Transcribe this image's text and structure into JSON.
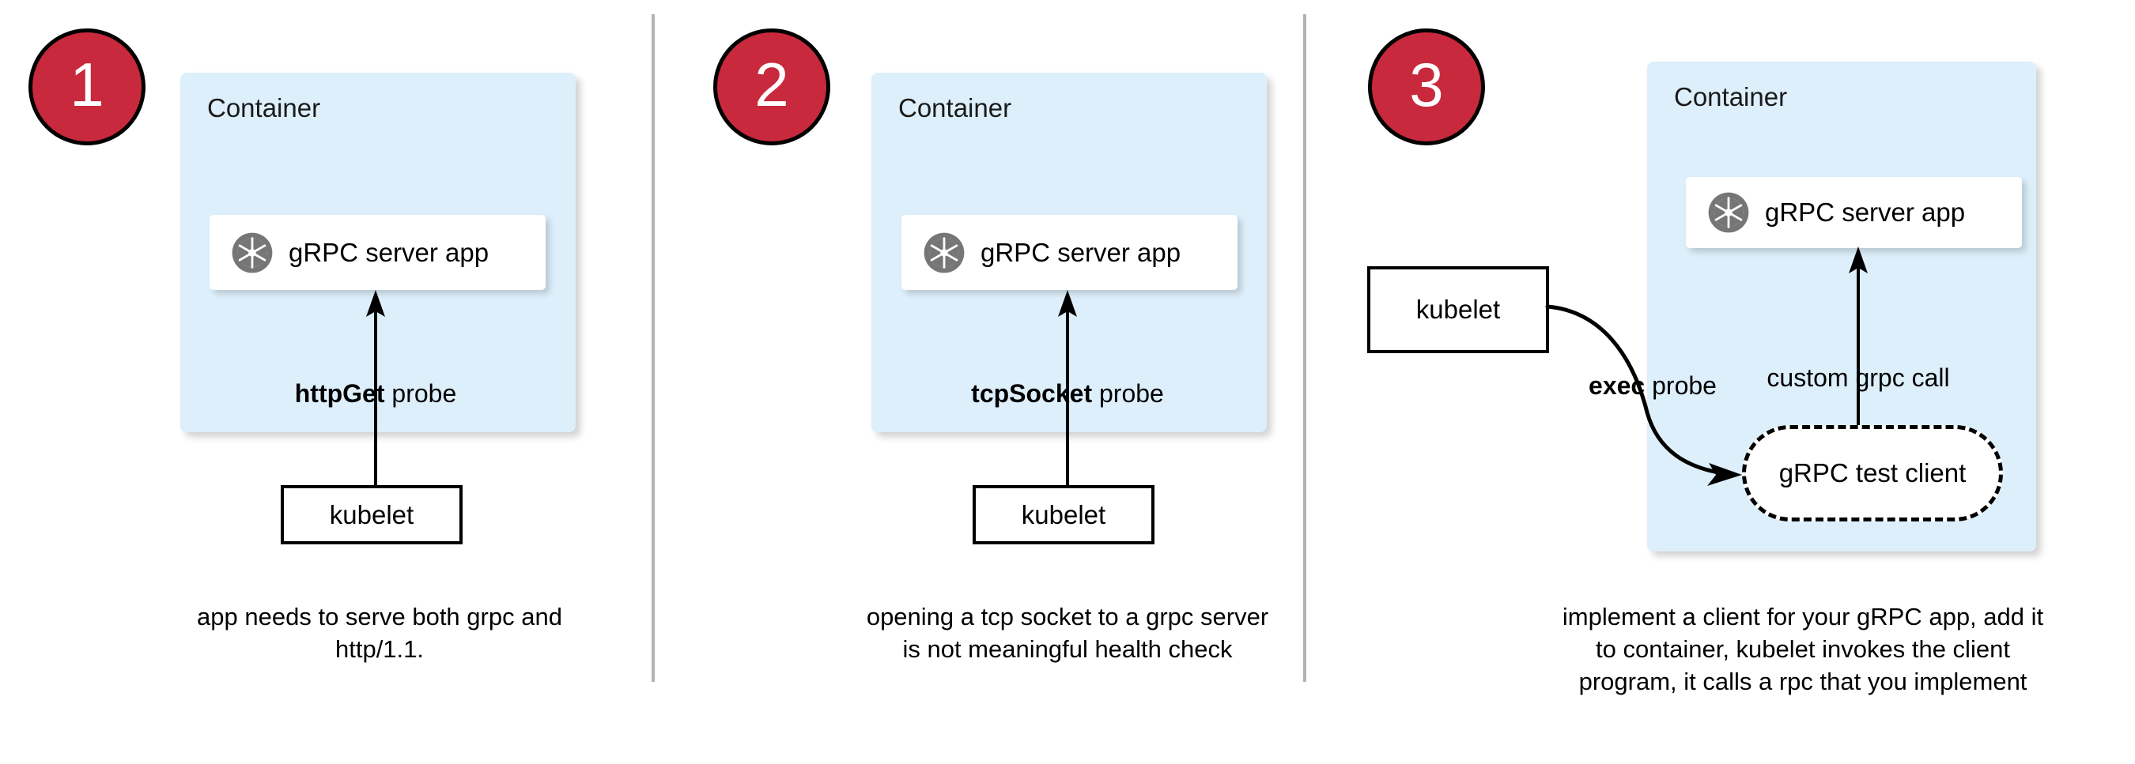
{
  "panels": [
    {
      "badge": "1",
      "container_label": "Container",
      "app_label": "gRPC server app",
      "app_icon": "grpc-aperture-icon",
      "probe_label_bold": "httpGet",
      "probe_label_rest": " probe",
      "kubelet_label": "kubelet",
      "caption": "app needs to serve both grpc and http/1.1."
    },
    {
      "badge": "2",
      "container_label": "Container",
      "app_label": "gRPC server app",
      "app_icon": "grpc-aperture-icon",
      "probe_label_bold": "tcpSocket",
      "probe_label_rest": " probe",
      "kubelet_label": "kubelet",
      "caption": "opening a tcp socket to a grpc server is not meaningful health check"
    },
    {
      "badge": "3",
      "container_label": "Container",
      "app_label": "gRPC server app",
      "app_icon": "grpc-aperture-icon",
      "probe_label_bold": "exec",
      "probe_label_rest": " probe",
      "call_label": "custom grpc call",
      "kubelet_label": "kubelet",
      "test_client_label": "gRPC test client",
      "caption": "implement a client for your gRPC app, add it to container, kubelet invokes the client program, it calls a rpc that you implement"
    }
  ],
  "colors": {
    "badge_fill": "#c8293c",
    "badge_border": "#000000",
    "badge_text": "#ffffff",
    "container_fill": "#ddeffb",
    "card_fill": "#ffffff",
    "icon_gray": "#767676",
    "divider": "#b3b3b3",
    "stroke": "#000000"
  }
}
